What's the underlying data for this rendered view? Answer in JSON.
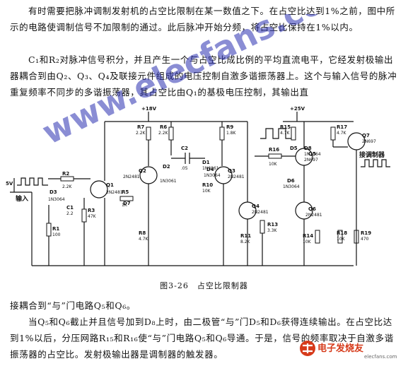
{
  "text": {
    "p1": "有时需要把脉冲调制发射机的占空比限制在某一数值之下。在占空比达到1%之前，图中所示的电路使调制信号不加限制的通过。此后脉冲开始分频，将占空比保持在1%以内。",
    "p2": "C₁和R₂对脉冲信号积分，并且产生一个与占空比成比例的平均直流电平，它经发射极输出器耦合到由Q₂、Q₃、Q₄及联接元件组成的电压控制自激多谐振荡器上。这个与输入信号的脉冲重复频率不同步的多谐振荡器，其占空比由Q₁的基极电压控制，其输出直",
    "p3": "接耦合到“与”门电路Q₅和Q₆。",
    "p4": "当Q₅和Q₆截止并且信号加到D₈上时，由二极管“与”门D₅和D₆获得连续输出。在占空比达到1%以后，分压网路R₁₅和R₁₆使“与”门电路Q₅和Q₆导通。于是，信号的频率取决于自激多谐振荡器的占空比。发射极输出器是调制器的触发器。"
  },
  "figure": {
    "caption": "图3-26　占空比限制器",
    "labels": {
      "v18": "+18V",
      "v25": "+25V",
      "r7": "R7",
      "r7v": "2.2K",
      "r6": "R6",
      "r6v": "2.2K",
      "r9": "R9",
      "r9v": "1.8K",
      "c2": "C2",
      "c2v": ".05",
      "d2": "D2",
      "d2v": "1N3061",
      "d1": "D1",
      "d1v": "1N3061",
      "q2": "Q2",
      "q2v": "2N2481",
      "q3": "Q3",
      "q3v": "2N2481",
      "q4": "Q4",
      "q4v": "2N2481",
      "q1": "Q1",
      "q1v": "2N2481",
      "q5": "Q5",
      "q5v": "2N697",
      "q6": "Q6",
      "q6v": "2N2481",
      "q7": "Q7",
      "q7v": "2N697",
      "r16": "R16",
      "r16v": "10K",
      "r15": "R15",
      "r15v": "4.7K",
      "r17": "R17",
      "r17v": "4.7K",
      "r14": "R14",
      "r14v": "10K",
      "r18": "R18",
      "r18v": "10K",
      "r19": "R19",
      "r19v": "470",
      "r10": "R10",
      "r10v": "10K",
      "r11": "R11",
      "r11v": "8.2K",
      "r13": "R13",
      "r13v": "3.3K",
      "r8": "R8",
      "r8v": "4.7K",
      "r5": "R5",
      "r5v": "1K",
      "r3": "R3",
      "r3v": "47K",
      "r2": "R2",
      "r2v": "2.2K",
      "r1": "R1",
      "r1v": "100",
      "c1": "C1",
      "c1v": "2.2",
      "d3": "D3",
      "d3v": "1N3064",
      "d4": "D4",
      "d4v": "1N3064",
      "d5": "D5",
      "d6": "D6",
      "d6v": "1N3064",
      "d7": "D7",
      "d8": "D8",
      "d8v": "1N3064",
      "v5": "5V",
      "input": "输入",
      "output": "接调制器"
    }
  },
  "watermark": "www.elecfans.com",
  "logo": {
    "cn": "电子发烧友",
    "url": "elecfans.com"
  }
}
